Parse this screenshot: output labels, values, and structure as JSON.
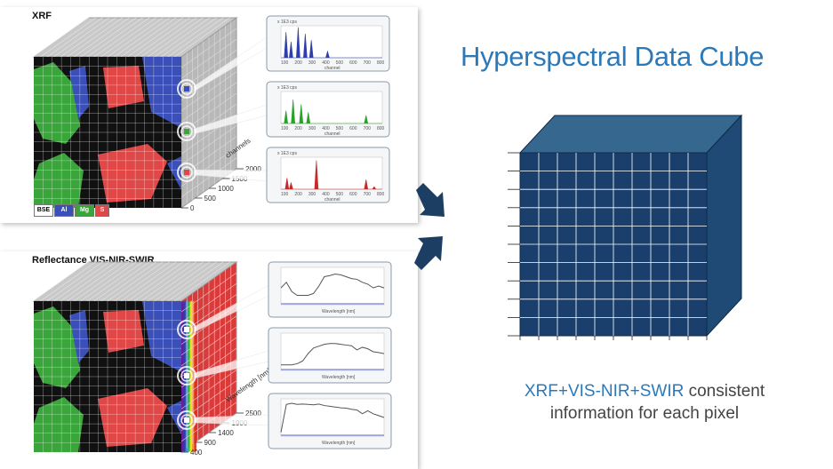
{
  "main": {
    "title": "Hyperspectral Data Cube",
    "caption_highlight": "XRF+VIS-NIR+SWIR",
    "caption_rest": " consistent",
    "caption_line2": "information for each pixel"
  },
  "xrf_panel": {
    "title": "XRF",
    "depth_ticks": [
      "2000",
      "1500",
      "1000",
      "500",
      "0"
    ],
    "depth_axis_label": "channels",
    "legend": [
      {
        "label": "BSE",
        "color": "#ffffff",
        "text": "#000000"
      },
      {
        "label": "Al",
        "color": "#3b4fb8",
        "text": "#ffffff"
      },
      {
        "label": "Mg",
        "color": "#3aa53a",
        "text": "#ffffff"
      },
      {
        "label": "S",
        "color": "#e04848",
        "text": "#ffffff"
      }
    ],
    "spectra": [
      {
        "header": "x 1E3 cps",
        "xlabel": "channel",
        "xticks": [
          "100",
          "200",
          "300",
          "400",
          "500",
          "600",
          "700",
          "800"
        ],
        "color": "#2f3fa8"
      },
      {
        "header": "x 1E3 cps",
        "xlabel": "channel",
        "xticks": [
          "100",
          "200",
          "300",
          "400",
          "500",
          "600",
          "700",
          "800"
        ],
        "color": "#2e9e2e"
      },
      {
        "header": "x 1E3 cps",
        "xlabel": "channel",
        "xticks": [
          "100",
          "200",
          "300",
          "400",
          "500",
          "600",
          "700",
          "800"
        ],
        "color": "#c42a2a"
      }
    ]
  },
  "refl_panel": {
    "title": "Reflectance VIS-NIR-SWIR",
    "depth_ticks": [
      "2500",
      "1900",
      "1400",
      "900",
      "400"
    ],
    "depth_axis_label": "Wavelength [nm]",
    "spectra": [
      {
        "xlabel": "Wavelength [nm]"
      },
      {
        "xlabel": "Wavelength [nm]"
      },
      {
        "xlabel": "Wavelength [nm]"
      }
    ]
  },
  "colors": {
    "accent": "#2c79ba",
    "cube_front": "#1a3f6c",
    "cube_top": "#36678f",
    "cube_side": "#1e4a75",
    "arrow": "#1c3e63"
  }
}
